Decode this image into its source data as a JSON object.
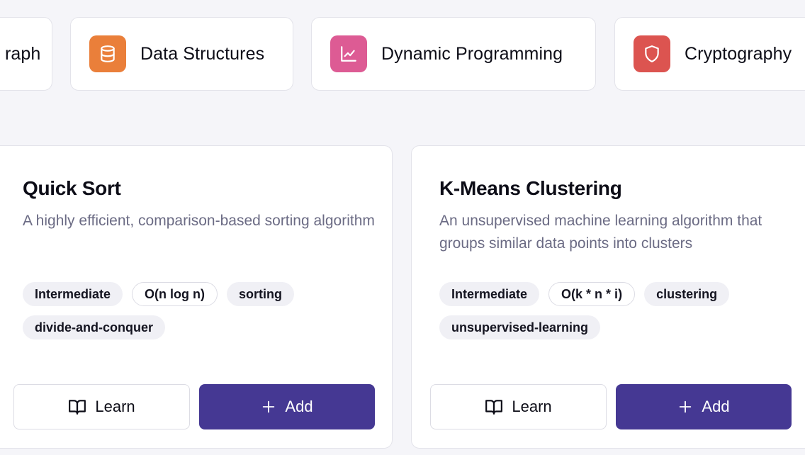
{
  "categories": [
    {
      "label": "raph",
      "icon": "graph-icon",
      "color": ""
    },
    {
      "label": "Data Structures",
      "icon": "database-icon",
      "color": "#ea7f3a"
    },
    {
      "label": "Dynamic Programming",
      "icon": "chart-line-icon",
      "color": "#dd5b94"
    },
    {
      "label": "Cryptography",
      "icon": "shield-icon",
      "color": "#dc5450"
    }
  ],
  "cards": [
    {
      "title": "Quick Sort",
      "description": "A highly efficient, comparison-based sorting algorithm",
      "tags": [
        "Intermediate",
        "O(n log n)",
        "sorting",
        "divide-and-conquer"
      ],
      "learn_label": "Learn",
      "add_label": "Add"
    },
    {
      "title": "K-Means Clustering",
      "description": "An unsupervised machine learning algorithm that groups similar data points into clusters",
      "tags": [
        "Intermediate",
        "O(k * n * i)",
        "clustering",
        "unsupervised-learning"
      ],
      "learn_label": "Learn",
      "add_label": "Add"
    }
  ],
  "colors": {
    "accent": "#453893",
    "background": "#f5f5f9",
    "muted_text": "#6b6b84"
  }
}
